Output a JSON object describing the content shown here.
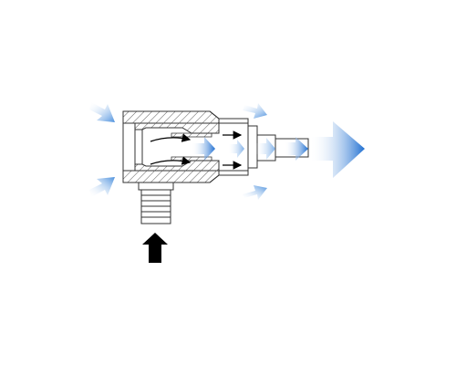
{
  "diagram": {
    "colors": {
      "outline": "#333333",
      "hatch": "#555555",
      "flow_blue": "#1f6fd1",
      "flow_fade": "#ffffff",
      "motive_arrow": "#000000"
    },
    "icons": {
      "inlet_air_arrows": "blue-gradient-arrow",
      "outlet_flow_arrow": "large-blue-gradient-arrow",
      "motive_inlet_arrow": "black-up-arrow"
    }
  }
}
